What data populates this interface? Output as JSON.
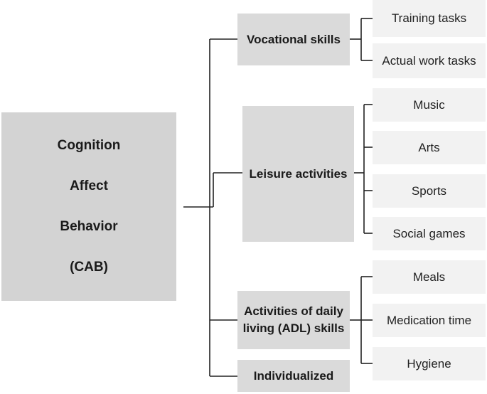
{
  "root": {
    "lines": [
      "Cognition",
      "Affect",
      "Behavior",
      "(CAB)"
    ]
  },
  "categories": [
    {
      "label": "Vocational skills",
      "items": [
        "Training tasks",
        "Actual work tasks"
      ]
    },
    {
      "label": "Leisure activities",
      "items": [
        "Music",
        "Arts",
        "Sports",
        "Social games"
      ]
    },
    {
      "label": "Activities of daily living (ADL) skills",
      "label_lines": [
        "Activities of daily",
        "living (ADL) skills"
      ],
      "items": [
        "Meals",
        "Medication time",
        "Hygiene"
      ]
    },
    {
      "label": "Individualized",
      "items": []
    }
  ],
  "colors": {
    "root_fill": "#d3d3d3",
    "category_fill": "#dadada",
    "leaf_fill": "#f2f2f2",
    "connector": "#222222"
  }
}
